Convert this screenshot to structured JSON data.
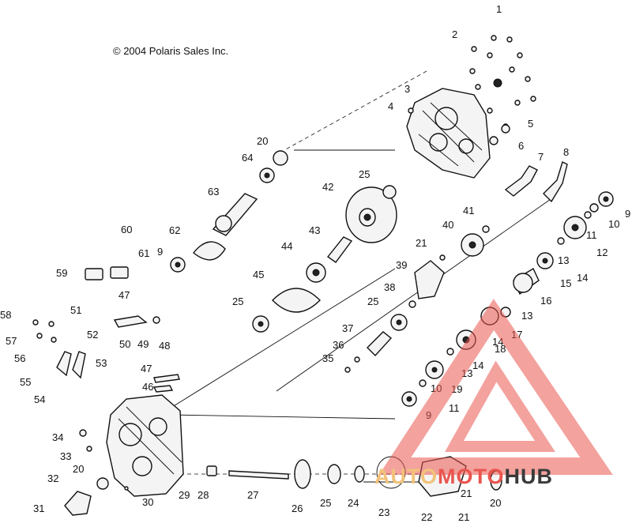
{
  "copyright": "© 2004 Polaris Sales Inc.",
  "callouts": [
    "1",
    "2",
    "3",
    "4",
    "5",
    "6",
    "7",
    "8",
    "9",
    "10",
    "11",
    "12",
    "13",
    "14",
    "15",
    "16",
    "17",
    "18",
    "19",
    "20",
    "21",
    "22",
    "23",
    "24",
    "25",
    "26",
    "27",
    "28",
    "29",
    "30",
    "31",
    "32",
    "33",
    "34",
    "35",
    "36",
    "37",
    "38",
    "39",
    "40",
    "41",
    "42",
    "43",
    "44",
    "45",
    "46",
    "47",
    "48",
    "49",
    "50",
    "51",
    "52",
    "53",
    "54",
    "55",
    "56",
    "57",
    "58",
    "59",
    "60",
    "61",
    "62",
    "63",
    "64"
  ],
  "watermark": {
    "part1": "AUTO",
    "part2": "MOTO",
    "part3": "HUB",
    "accent": "#e9554f",
    "accent_light": "#f2c27a"
  }
}
